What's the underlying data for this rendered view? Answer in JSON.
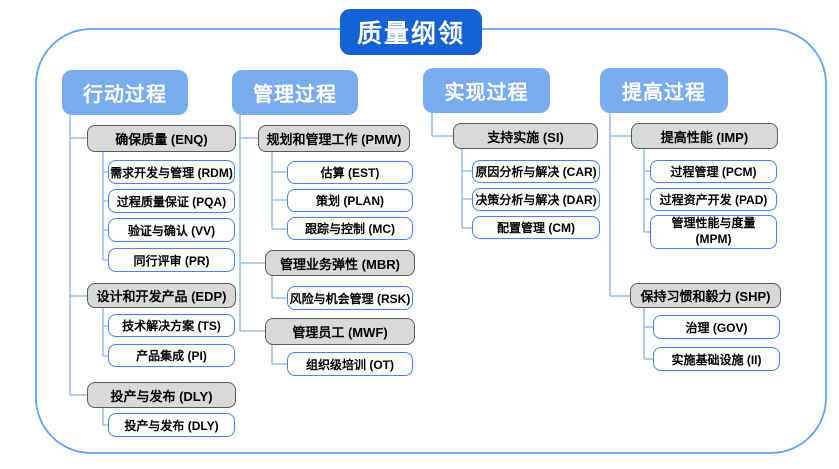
{
  "title": "质量纲领",
  "colors": {
    "title_bg": "#1463d6",
    "header_bg": "#7aacf0",
    "group_fill": "#d9d9d9",
    "group_border": "#595959",
    "leaf_border": "#4485ee",
    "connector": "#9dbef2",
    "frame_border": "#64a2f2"
  },
  "columns": [
    {
      "header": "行动过程",
      "groups": [
        {
          "label": "确保质量 (ENQ)",
          "children": [
            "需求开发与管理 (RDM)",
            "过程质量保证 (PQA)",
            "验证与确认 (VV)",
            "同行评审 (PR)"
          ]
        },
        {
          "label": "设计和开发产品 (EDP)",
          "children": [
            "技术解决方案 (TS)",
            "产品集成 (PI)"
          ]
        },
        {
          "label": "投产与发布 (DLY)",
          "children": [
            "投产与发布 (DLY)"
          ]
        }
      ]
    },
    {
      "header": "管理过程",
      "groups": [
        {
          "label": "规划和管理工作 (PMW)",
          "children": [
            "估算 (EST)",
            "策划 (PLAN)",
            "跟踪与控制 (MC)"
          ]
        },
        {
          "label": "管理业务弹性 (MBR)",
          "children": [
            "风险与机会管理 (RSK)"
          ]
        },
        {
          "label": "管理员工 (MWF)",
          "children": [
            "组织级培训 (OT)"
          ]
        }
      ]
    },
    {
      "header": "实现过程",
      "groups": [
        {
          "label": "支持实施 (SI)",
          "children": [
            "原因分析与解决 (CAR)",
            "决策分析与解决 (DAR)",
            "配置管理 (CM)"
          ]
        }
      ]
    },
    {
      "header": "提高过程",
      "groups": [
        {
          "label": "提高性能 (IMP)",
          "children": [
            "过程管理 (PCM)",
            "过程资产开发 (PAD)",
            "管理性能与度量 (MPM)"
          ]
        },
        {
          "label": "保持习惯和毅力 (SHP)",
          "children": [
            "治理 (GOV)",
            "实施基础设施 (II)"
          ]
        }
      ]
    }
  ]
}
